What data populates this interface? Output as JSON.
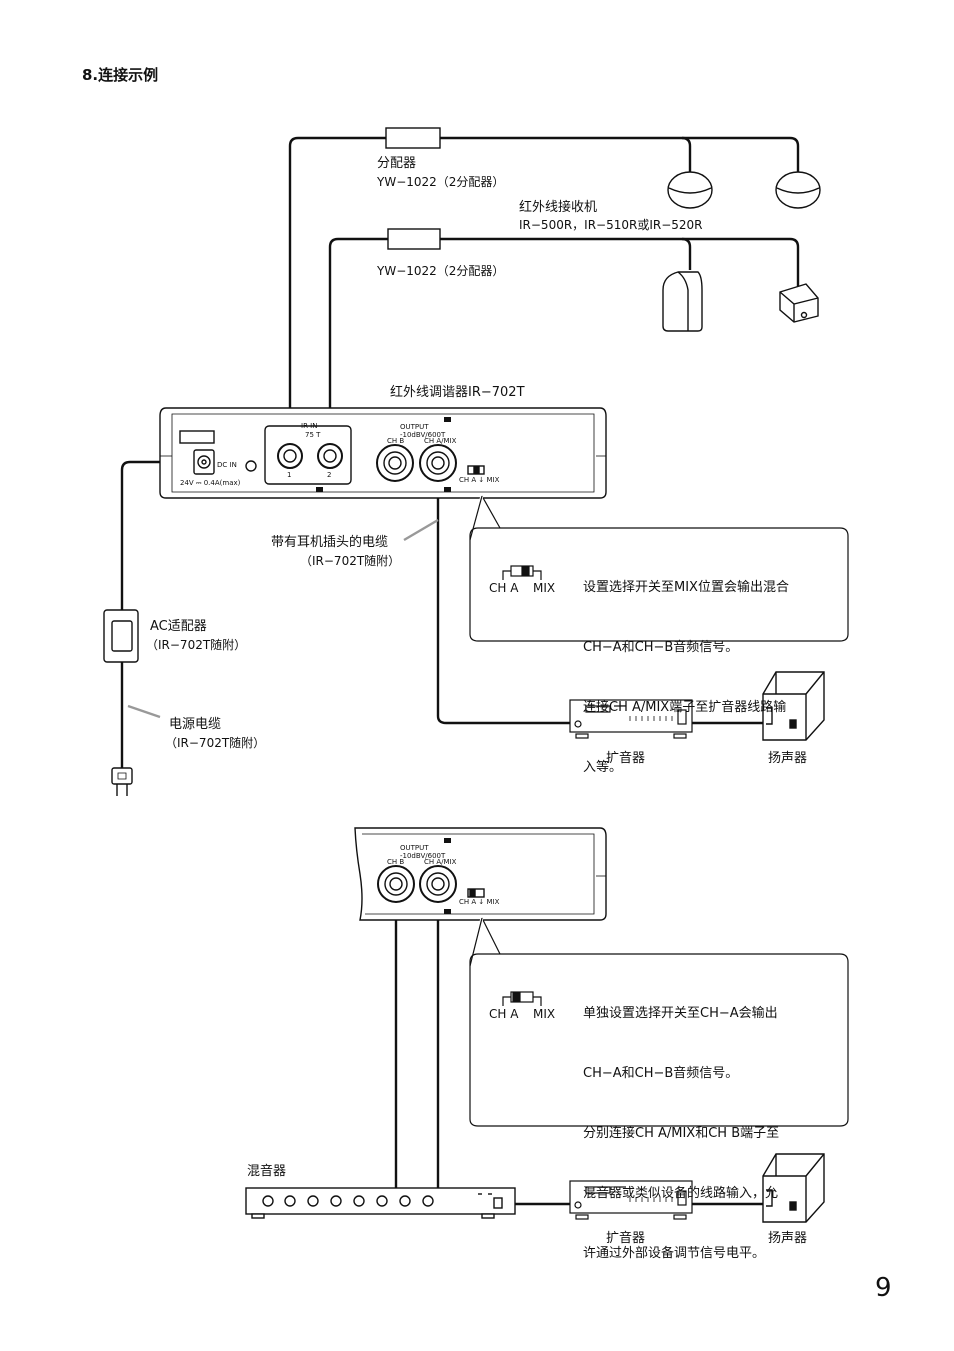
{
  "heading": "8.连接示例",
  "page_number": "9",
  "diagram1": {
    "distributor_label": "分配器",
    "distributor_model_top": "YW−1022（2分配器）",
    "receiver_label": "红外线接收机",
    "receiver_models": "IR−500R，IR−510R或IR−520R",
    "distributor_model_bottom": "YW−1022（2分配器）",
    "tuner_label": "红外线调谐器IR−702T",
    "panel_ir_in": "IR IN",
    "panel_ir_in_sub": "75 T",
    "panel_jack1": "1",
    "panel_jack2": "2",
    "panel_dc_in": "DC IN",
    "panel_dc_spec": "24V ⎓ 0.4A(max)",
    "panel_output": "OUTPUT",
    "panel_output_sub": "-10dBV/600T",
    "panel_chb": "CH B",
    "panel_cha_mix": "CH A/MIX",
    "panel_switch": "CH A ↓ MIX",
    "cable_label": "带有耳机插头的电缆",
    "cable_note": "（IR−702T随附）",
    "adapter_label": "AC适配器",
    "adapter_note": "（IR−702T随附）",
    "power_cable_label": "电源电缆",
    "power_cable_note": "（IR−702T随附）",
    "callout_switch_left": "CH A",
    "callout_switch_right": "MIX",
    "callout_lines": [
      "设置选择开关至MIX位置会输出混合",
      "CH−A和CH−B音频信号。",
      "连接CH A/MIX端子至扩音器线路输",
      "入等。"
    ],
    "amplifier_label": "扩音器",
    "speaker_label": "扬声器"
  },
  "diagram2": {
    "panel_output": "OUTPUT",
    "panel_output_sub": "-10dBV/600T",
    "panel_chb": "CH B",
    "panel_cha_mix": "CH A/MIX",
    "panel_switch": "CH A ↓ MIX",
    "callout_switch_left": "CH A",
    "callout_switch_right": "MIX",
    "callout_lines": [
      "单独设置选择开关至CH−A会输出",
      "CH−A和CH−B音频信号。",
      "分别连接CH A/MIX和CH B端子至",
      "混音器或类似设备的线路输入，允",
      "许通过外部设备调节信号电平。"
    ],
    "mixer_label": "混音器",
    "amplifier_label": "扩音器",
    "speaker_label": "扬声器"
  }
}
